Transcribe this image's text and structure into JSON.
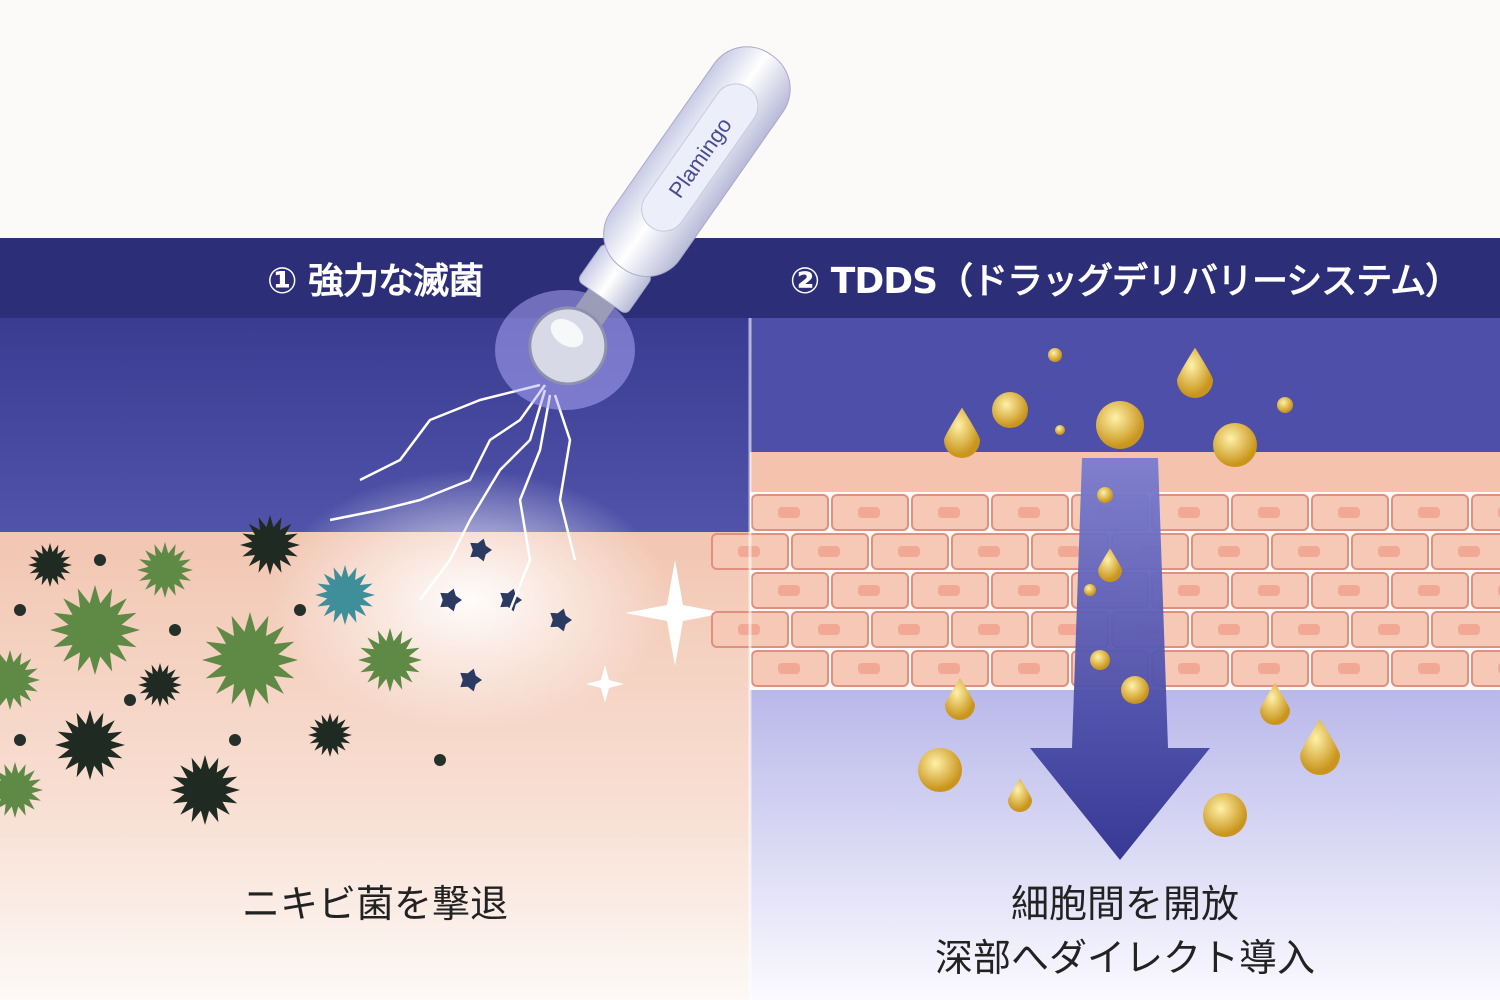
{
  "device": {
    "brand": "Plamingo"
  },
  "left_panel": {
    "title": "① 強力な滅菌",
    "caption": "ニキビ菌を撃退"
  },
  "right_panel": {
    "title": "② TDDS（ドラッグデリバリーシステム）",
    "caption_line1": "細胞間を開放",
    "caption_line2": "深部へダイレクト導入"
  },
  "colors": {
    "header": "#2d2e78",
    "panel_blue": "#4a4ca6",
    "skin": "#f3cdb9",
    "cell": "#f1a996",
    "bacteria_green": "#5e8a45",
    "bacteria_dark": "#1f2a22",
    "gold": "#d9a828",
    "arrow": "#3b3d9c"
  }
}
